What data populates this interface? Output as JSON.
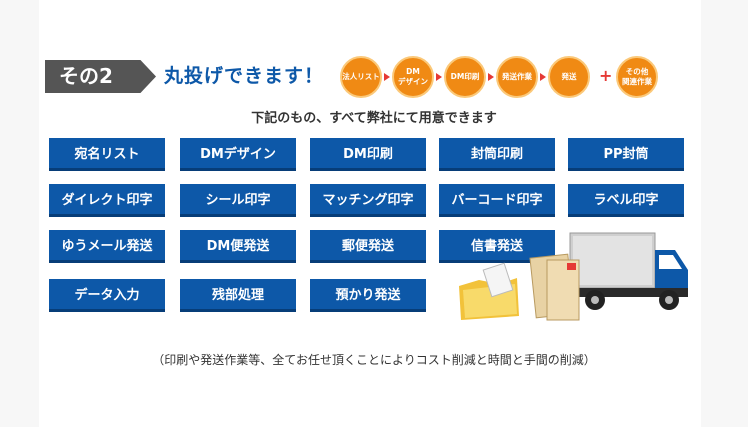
{
  "step": {
    "label": "その2",
    "headline": "丸投げできます！"
  },
  "flow": {
    "steps": [
      "法人リスト",
      "DM\nデザイン",
      "DM印刷",
      "発送作業",
      "発送"
    ],
    "extra": "その他\n関連作業",
    "plus": "+"
  },
  "subtitle": "下記のもの、すべて弊社にて用意できます",
  "services": [
    [
      "宛名リスト",
      "DMデザイン",
      "DM印刷",
      "封筒印刷",
      "PP封筒"
    ],
    [
      "ダイレクト印字",
      "シール印字",
      "マッチング印字",
      "バーコード印字",
      "ラベル印字"
    ],
    [
      "ゆうメール発送",
      "DM便発送",
      "郵便発送",
      "信書発送"
    ],
    [
      "データ入力",
      "残部処理",
      "預かり発送"
    ]
  ],
  "note": "（印刷や発送作業等、全てお任せ頂くことによりコスト削減と時間と手間の削減）",
  "colors": {
    "brand_blue": "#0d58a8",
    "accent_orange": "#f08a14",
    "arrow_red": "#e53935",
    "label_gray": "#555555"
  },
  "illustration": [
    "truck-icon",
    "envelope-icon",
    "folder-icon"
  ]
}
